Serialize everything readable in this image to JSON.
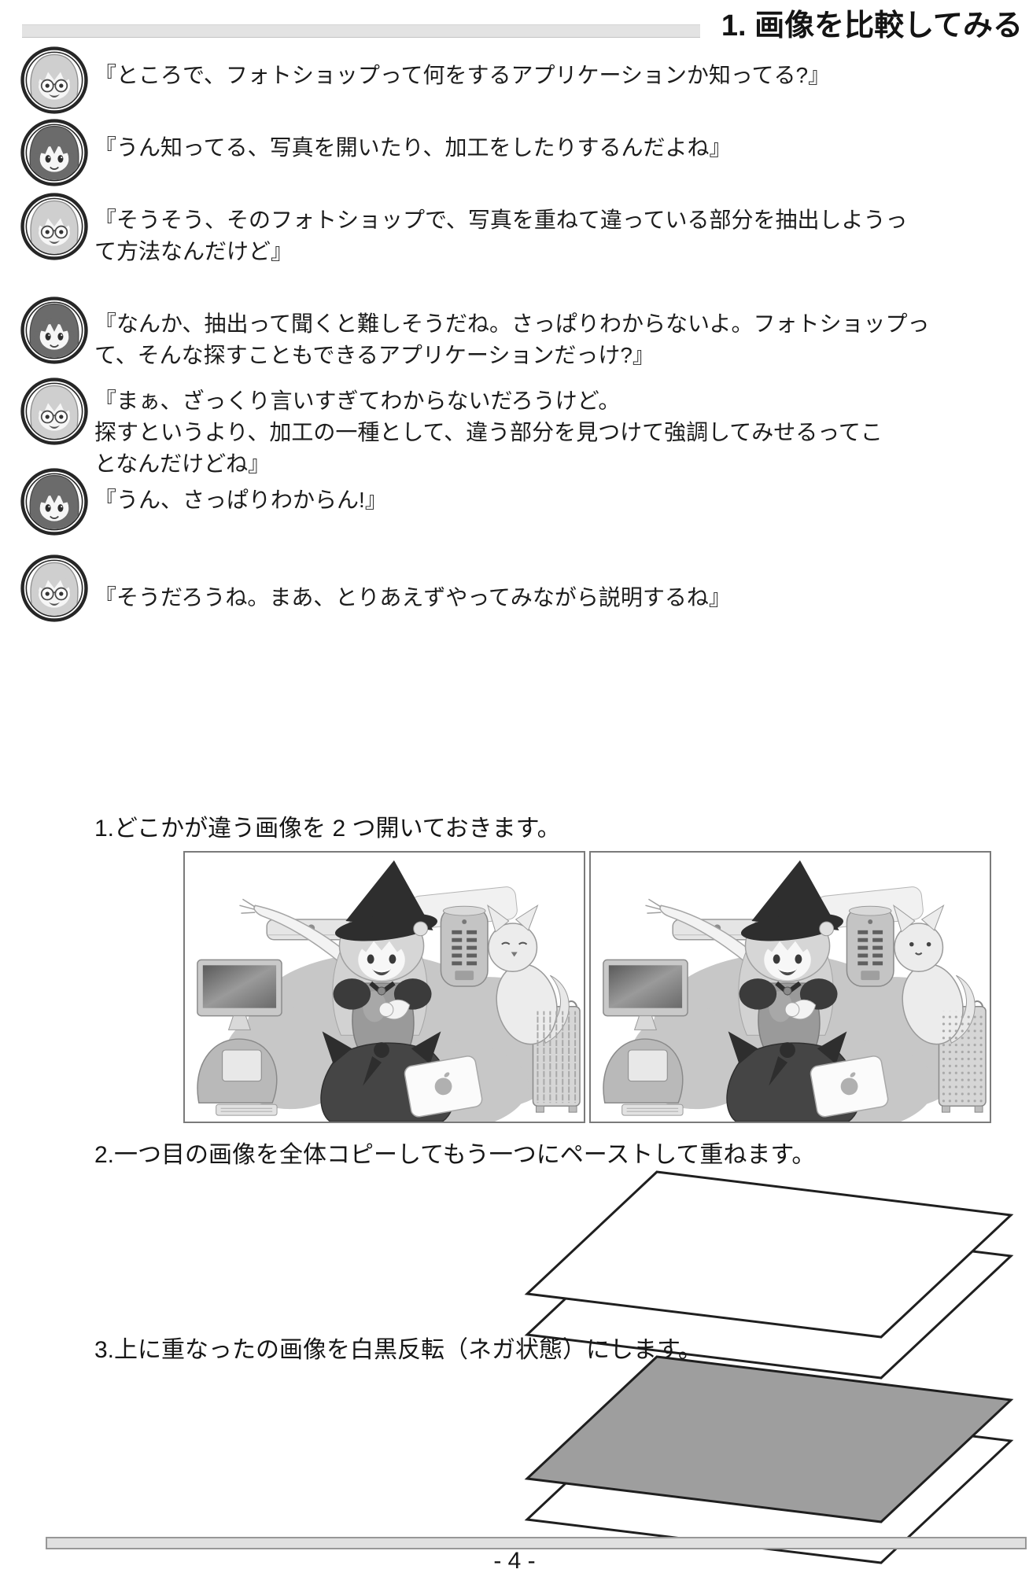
{
  "header": {
    "title": "1. 画像を比較してみる"
  },
  "dialogues": [
    {
      "speaker": "glasses-girl",
      "text": "『ところで、フォトショップって何をするアプリケーションか知ってる?』"
    },
    {
      "speaker": "dark-hair-girl",
      "text": "『うん知ってる、写真を開いたり、加工をしたりするんだよね』"
    },
    {
      "speaker": "glasses-girl",
      "text": "『そうそう、そのフォトショップで、写真を重ねて違っている部分を抽出しようっ\nて方法なんだけど』"
    },
    {
      "speaker": "dark-hair-girl",
      "text": "『なんか、抽出って聞くと難しそうだね。さっぱりわからないよ。フォトショップっ\nて、そんな探すこともできるアプリケーションだっけ?』"
    },
    {
      "speaker": "glasses-girl",
      "text": "『まぁ、ざっくり言いすぎてわからないだろうけど。\n探すというより、加工の一種として、違う部分を見つけて強調してみせるってこ\nとなんだけどね』"
    },
    {
      "speaker": "dark-hair-girl",
      "text": "『うん、さっぱりわからん!』"
    },
    {
      "speaker": "glasses-girl",
      "text": "『そうだろうね。まあ、とりあえずやってみながら説明するね』"
    }
  ],
  "steps": {
    "step1": "1.どこかが違う画像を 2 つ開いておきます。",
    "step2": "2.一つ目の画像を全体コピーしてもう一つにペーストして重ねます。",
    "step3": "3.上に重なったの画像を白黒反転（ネガ状態）にします。"
  },
  "illustrations": {
    "comparison_left": "witch-girl-with-apple-computers",
    "comparison_right": "witch-girl-with-apple-computers-variant",
    "diagram_two_layers": "two-stacked-white-sheets",
    "diagram_negative_layer": "gray-negative-sheet-over-white-sheet"
  },
  "footer": {
    "page_number": "- 4 -"
  },
  "colors": {
    "band_gray": "#e3e3e3",
    "sheet_gray": "#9e9e9e",
    "text": "#1c1c1c"
  }
}
